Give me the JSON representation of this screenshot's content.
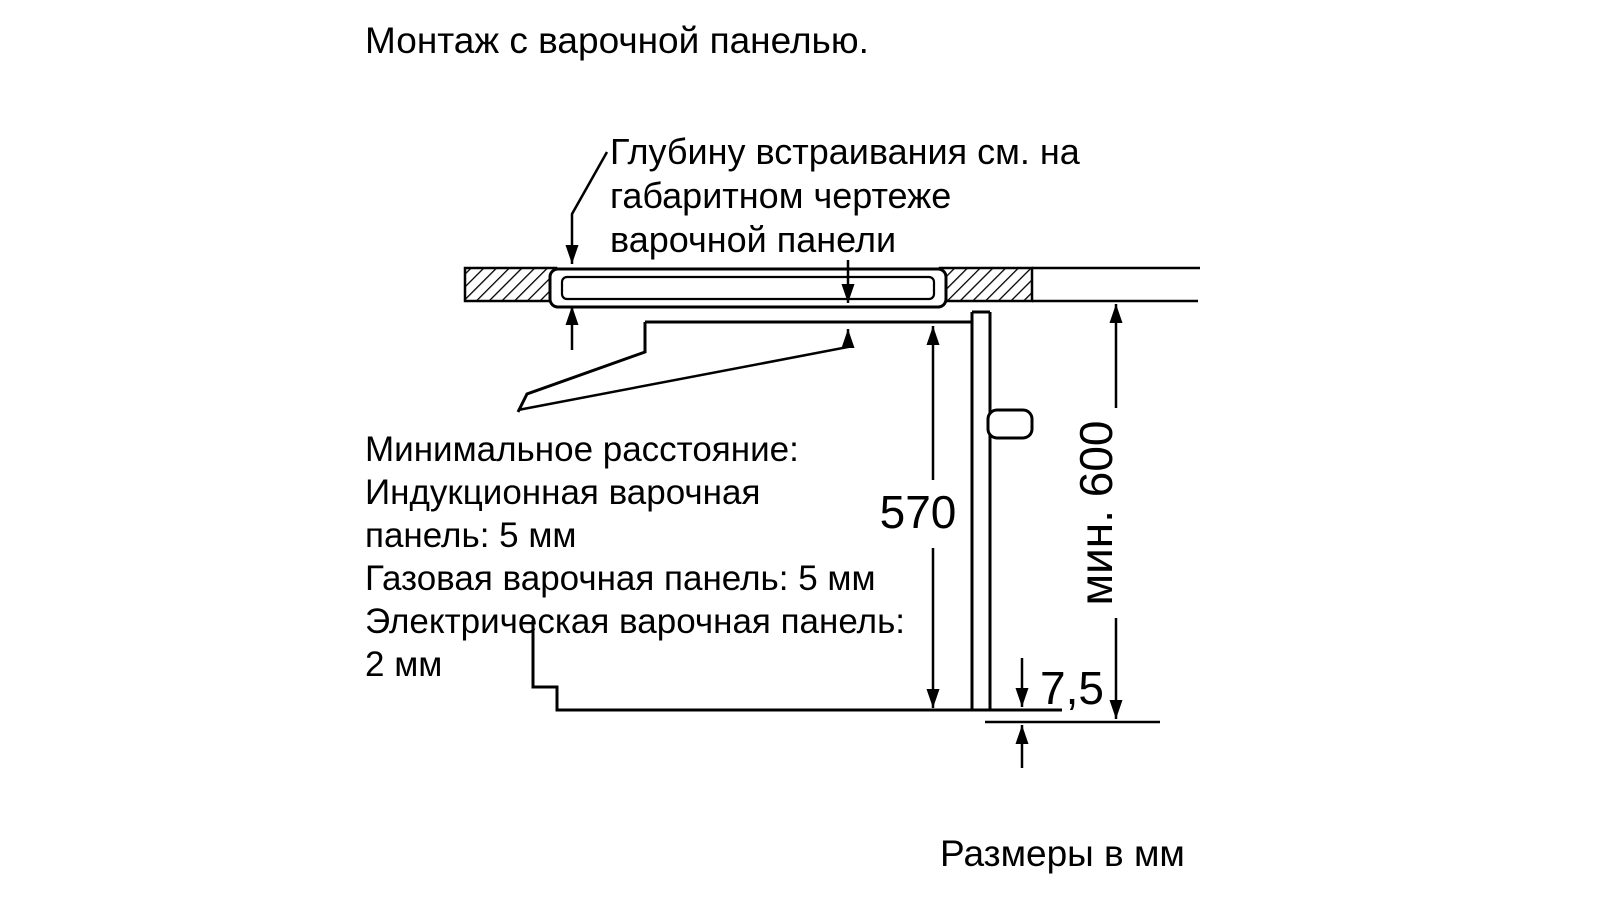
{
  "page": {
    "title": "Монтаж с варочной панелью.",
    "footer": "Размеры в мм"
  },
  "annotation": {
    "lines": [
      "Глубину встраивания см. на",
      "габаритном чертеже",
      "варочной панели"
    ]
  },
  "min_distance": {
    "lines": [
      "Минимальное расстояние:",
      "Индукционная варочная",
      "панель: 5 мм",
      "Газовая варочная панель: 5 мм",
      "Электрическая варочная панель:",
      "2 мм"
    ]
  },
  "dimensions": {
    "oven_height": "570",
    "niche_height": "мин. 600",
    "bottom_gap": "7,5"
  },
  "colors": {
    "line": "#000000",
    "background": "#ffffff"
  }
}
